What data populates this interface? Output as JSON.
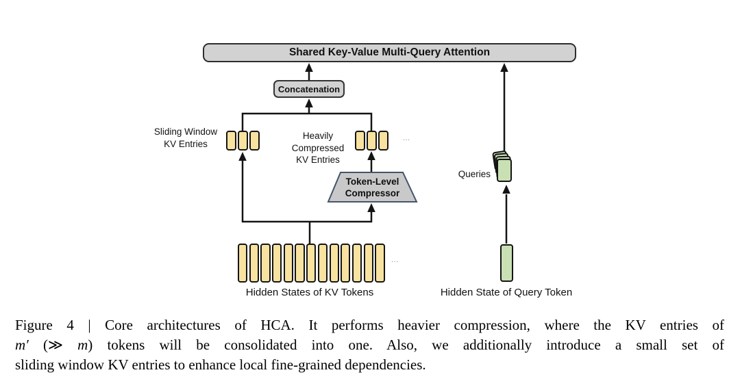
{
  "colors": {
    "kv-fill": "#f8e2a0",
    "query-fill": "#c9e0b4",
    "box-gray": "#d2d2d2",
    "compressor-fill": "#c9c9c9",
    "compressor-border": "#44546a",
    "line-color": "#141414"
  },
  "counts": {
    "kv_entry": 3,
    "kv_token": 13
  },
  "diagram": {
    "attention_bar": "Shared Key-Value Multi-Query Attention",
    "concat_box": "Concatenation",
    "compressor": {
      "line1": "Token-Level",
      "line2": "Compressor"
    },
    "labels": {
      "sliding1": "Sliding Window",
      "sliding2": "KV Entries",
      "heavy1": "Heavily",
      "heavy2": "Compressed",
      "heavy3": "KV Entries",
      "queries": "Queries",
      "kv_hidden": "Hidden States of KV Tokens",
      "query_hidden": "Hidden State of Query Token"
    },
    "ellipsis": {
      "entries": "...",
      "tokens": "..."
    }
  },
  "caption": {
    "line1": "Figure 4 | Core architectures of HCA. It performs heavier compression, where the KV entries of",
    "line2": [
      {
        "text": "m′",
        "italic": true
      },
      {
        "text": " (≫ ",
        "italic": false
      },
      {
        "text": "m",
        "italic": true
      },
      {
        "text": ") tokens will be consolidated into one. Also, we additionally introduce a small set of",
        "italic": false
      }
    ],
    "line3": "sliding window KV entries to enhance local fine-grained dependencies."
  }
}
